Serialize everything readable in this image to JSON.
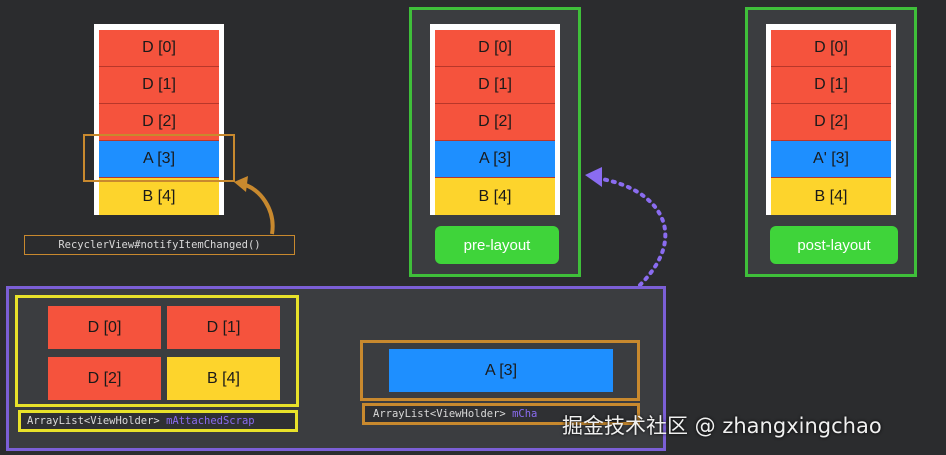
{
  "left_list": {
    "items": [
      "D [0]",
      "D [1]",
      "D [2]",
      "A [3]",
      "B [4]"
    ]
  },
  "notify_label": "RecyclerView#notifyItemChanged()",
  "pre_panel": {
    "items": [
      "D [0]",
      "D [1]",
      "D [2]",
      "A [3]",
      "B [4]"
    ],
    "button": "pre-layout"
  },
  "post_panel": {
    "items": [
      "D [0]",
      "D [1]",
      "D [2]",
      "A' [3]",
      "B [4]"
    ],
    "button": "post-layout"
  },
  "attached_scrap": {
    "items": [
      "D [0]",
      "D [1]",
      "D [2]",
      "B [4]"
    ],
    "label_type": "ArrayList<ViewHolder>",
    "label_var": "mAttachedScrap"
  },
  "changed_scrap": {
    "item": "A [3]",
    "label_type": "ArrayList<ViewHolder>",
    "label_var": "mCha"
  },
  "watermark": "掘金技术社区 @ zhangxingchao",
  "colors": {
    "red": "#f5533d",
    "blue": "#1e8fff",
    "yellow": "#fdd42c",
    "green": "#3fbf3a",
    "orange": "#c8892e",
    "purple": "#7b5fd6"
  }
}
